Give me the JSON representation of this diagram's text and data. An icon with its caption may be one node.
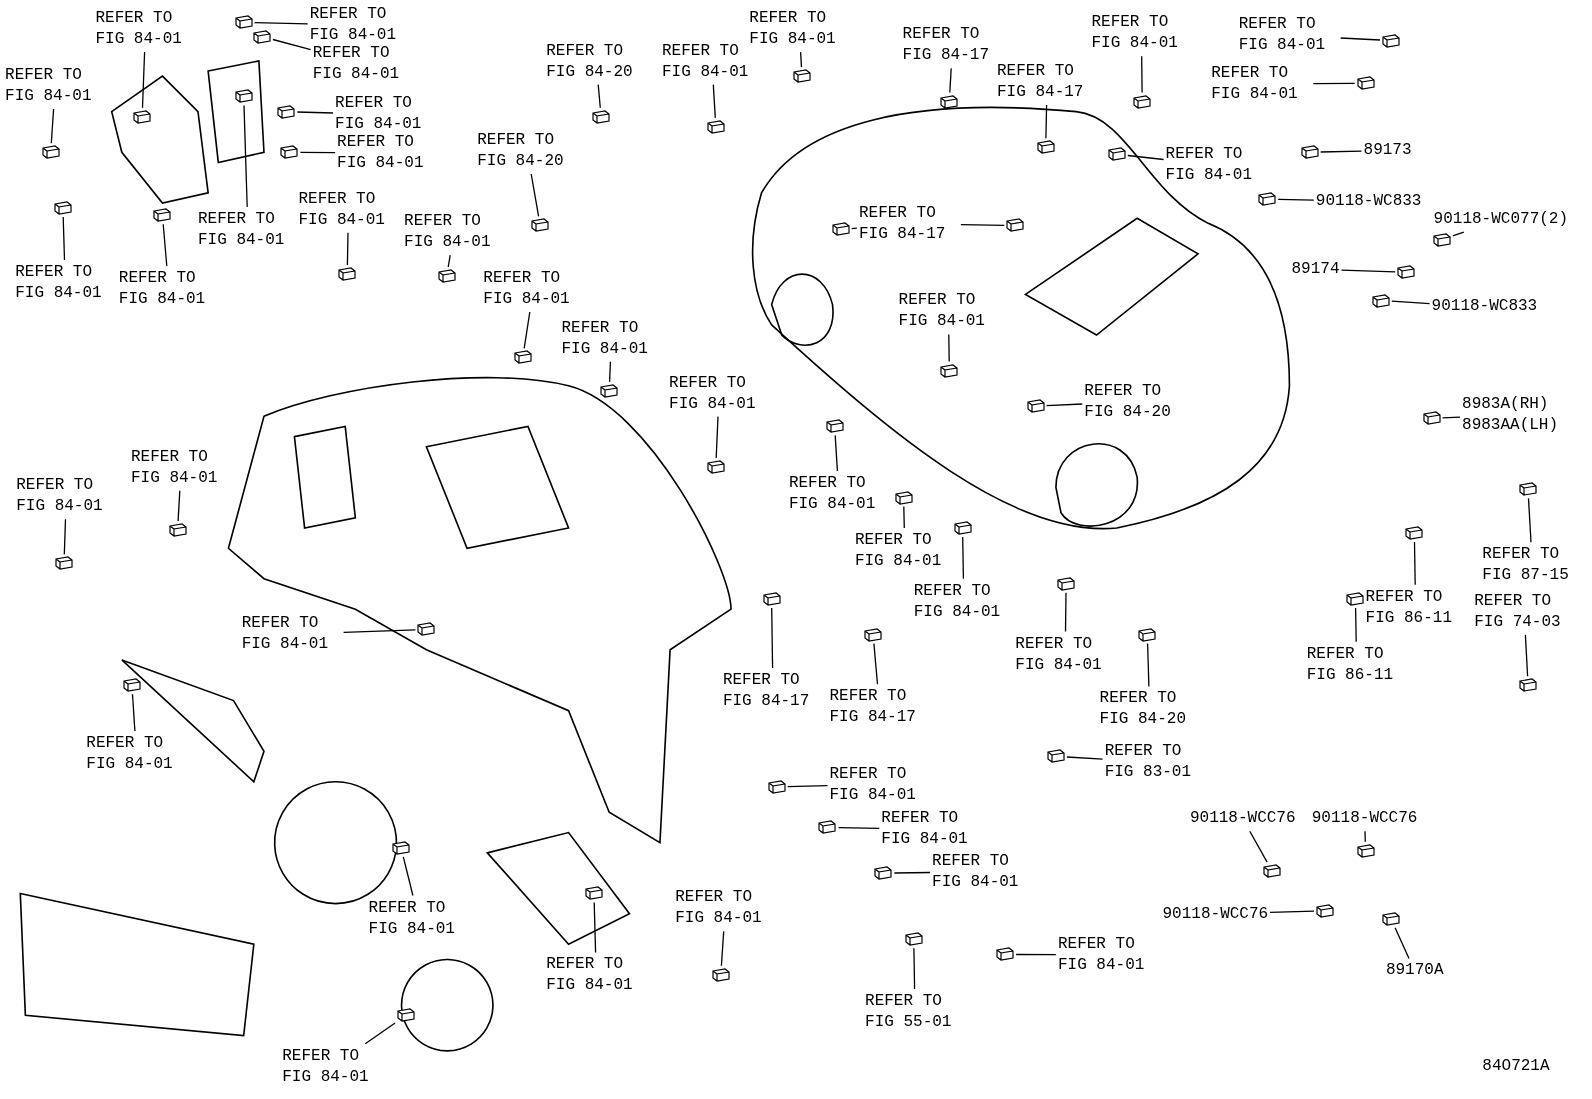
{
  "diagram": {
    "nodes": [
      {
        "text": [
          "REFER TO FIG 84-01"
        ]
      },
      {
        "text": [
          "REFER TO FIG 84-01"
        ]
      },
      {
        "text": [
          "REFER TO FIG 84-01"
        ]
      },
      {
        "text": [
          "REFER TO FIG 84-01"
        ]
      },
      {
        "text": [
          "REFER TO FIG 84-01"
        ]
      },
      {
        "text": [
          "REFER TO FIG 84-01"
        ]
      },
      {
        "text": [
          "REFER TO FIG 84-01"
        ]
      },
      {
        "text": [
          "REFER TO FIG 84-01"
        ]
      },
      {
        "text": [
          "REFER TO FIG 84-01"
        ]
      },
      {
        "text": [
          "REFER TO FIG 84-01"
        ]
      },
      {
        "text": [
          "REFER TO FIG 84-01"
        ]
      },
      {
        "text": [
          "REFER TO FIG 84-20"
        ]
      },
      {
        "text": [
          "REFER TO FIG 84-20"
        ]
      },
      {
        "text": [
          "REFER TO FIG 84-01"
        ]
      },
      {
        "text": [
          "REFER TO FIG 84-01"
        ]
      },
      {
        "text": [
          "REFER TO FIG 84-01"
        ]
      },
      {
        "text": [
          "REFER TO FIG 84-01"
        ]
      },
      {
        "text": [
          "REFER TO FIG 84-17"
        ]
      },
      {
        "text": [
          "REFER TO FIG 84-17"
        ]
      },
      {
        "text": [
          "REFER TO FIG 84-01"
        ]
      },
      {
        "text": [
          "REFER TO FIG 84-01"
        ]
      },
      {
        "text": [
          "REFER TO FIG 84-01"
        ]
      },
      {
        "text": [
          "REFER TO FIG 84-01"
        ]
      },
      {
        "text": [
          "89173"
        ]
      },
      {
        "text": [
          "90118-WC833"
        ]
      },
      {
        "text": [
          "90118-WC077(2)"
        ]
      },
      {
        "text": [
          "89174"
        ]
      },
      {
        "text": [
          "90118-WC833"
        ]
      },
      {
        "text": [
          "REFER TO FIG 84-17"
        ]
      },
      {
        "text": [
          "REFER TO FIG 84-01"
        ]
      },
      {
        "text": [
          "REFER TO FIG 84-20"
        ]
      },
      {
        "text": [
          "8983A(RH) 8983AA(LH)"
        ]
      },
      {
        "text": [
          "REFER TO FIG 87-15"
        ]
      },
      {
        "text": [
          "REFER TO FIG 74-03"
        ]
      },
      {
        "text": [
          "REFER TO FIG 86-11"
        ]
      },
      {
        "text": [
          "REFER TO FIG 86-11"
        ]
      },
      {
        "text": [
          "REFER TO FIG 84-01"
        ]
      },
      {
        "text": [
          "REFER TO FIG 84-01"
        ]
      },
      {
        "text": [
          "REFER TO FIG 84-01"
        ]
      },
      {
        "text": [
          "REFER TO FIG 84-01"
        ]
      },
      {
        "text": [
          "REFER TO FIG 84-01"
        ]
      },
      {
        "text": [
          "REFER TO FIG 84-20"
        ]
      },
      {
        "text": [
          "REFER TO FIG 83-01"
        ]
      },
      {
        "text": [
          "REFER TO FIG 84-01"
        ]
      },
      {
        "text": [
          "REFER TO FIG 84-01"
        ]
      },
      {
        "text": [
          "REFER TO FIG 84-01"
        ]
      },
      {
        "text": [
          "REFER TO FIG 84-17"
        ]
      },
      {
        "text": [
          "REFER TO FIG 84-17"
        ]
      },
      {
        "text": [
          "REFER TO FIG 84-01"
        ]
      },
      {
        "text": [
          "REFER TO FIG 84-01"
        ]
      },
      {
        "text": [
          "REFER TO FIG 84-01"
        ]
      },
      {
        "text": [
          "REFER TO FIG 84-01"
        ]
      },
      {
        "text": [
          "REFER TO FIG 84-01"
        ]
      },
      {
        "text": [
          "REFER TO FIG 84-01"
        ]
      },
      {
        "text": [
          "REFER TO FIG 84-01"
        ]
      },
      {
        "text": [
          "REFER TO FIG 55-01"
        ]
      },
      {
        "text": [
          "REFER TO FIG 84-01"
        ]
      },
      {
        "text": [
          "REFER TO FIG 84-01"
        ]
      },
      {
        "text": [
          "90118-WCC76"
        ]
      },
      {
        "text": [
          "90118-WCC76"
        ]
      },
      {
        "text": [
          "90118-WCC76"
        ]
      },
      {
        "text": [
          "89170A"
        ]
      },
      {
        "text": [],
        "shape": "picture"
      },
      {
        "text": [],
        "shape": "picture"
      },
      {
        "text": [],
        "shape": "picture"
      },
      {
        "text": [],
        "shape": "picture"
      },
      {
        "text": [],
        "shape": "picture"
      },
      {
        "text": [],
        "shape": "picture"
      },
      {
        "text": [],
        "shape": "picture"
      },
      {
        "text": [],
        "shape": "picture"
      },
      {
        "text": [],
        "shape": "picture"
      },
      {
        "text": [],
        "shape": "picture"
      },
      {
        "text": [],
        "shape": "picture"
      },
      {
        "text": [],
        "shape": "picture"
      },
      {
        "text": [],
        "shape": "picture"
      },
      {
        "text": [],
        "shape": "picture"
      },
      {
        "text": [],
        "shape": "picture"
      },
      {
        "text": [],
        "shape": "picture"
      },
      {
        "text": [],
        "shape": "picture"
      },
      {
        "text": [],
        "shape": "picture"
      },
      {
        "text": [],
        "shape": "picture"
      },
      {
        "text": [],
        "shape": "picture"
      },
      {
        "text": [],
        "shape": "picture"
      },
      {
        "text": [],
        "shape": "picture"
      },
      {
        "text": [],
        "shape": "picture"
      },
      {
        "text": [],
        "shape": "picture"
      },
      {
        "text": [],
        "shape": "picture"
      },
      {
        "text": [],
        "shape": "picture"
      },
      {
        "text": [],
        "shape": "picture"
      },
      {
        "text": [],
        "shape": "picture"
      },
      {
        "text": [],
        "shape": "picture"
      },
      {
        "text": [],
        "shape": "picture"
      },
      {
        "text": [],
        "shape": "picture"
      },
      {
        "text": [],
        "shape": "picture"
      },
      {
        "text": [],
        "shape": "picture"
      },
      {
        "text": [],
        "shape": "picture"
      },
      {
        "text": [],
        "shape": "picture"
      },
      {
        "text": [],
        "shape": "picture"
      },
      {
        "text": [],
        "shape": "picture"
      },
      {
        "text": [],
        "shape": "picture"
      },
      {
        "text": [],
        "shape": "picture"
      },
      {
        "text": [],
        "shape": "picture"
      },
      {
        "text": [],
        "shape": "picture"
      },
      {
        "text": [],
        "shape": "picture"
      },
      {
        "text": [],
        "shape": "picture"
      },
      {
        "text": [],
        "shape": "picture"
      },
      {
        "text": [],
        "shape": "picture"
      },
      {
        "text": [],
        "shape": "picture"
      },
      {
        "text": [],
        "shape": "picture"
      },
      {
        "text": [],
        "shape": "picture"
      },
      {
        "text": [],
        "shape": "picture"
      },
      {
        "text": [],
        "shape": "picture"
      },
      {
        "text": [],
        "shape": "picture"
      },
      {
        "text": [],
        "shape": "picture"
      },
      {
        "text": [],
        "shape": "picture"
      },
      {
        "text": [],
        "shape": "picture"
      },
      {
        "text": [],
        "shape": "picture"
      },
      {
        "text": [],
        "shape": "picture"
      },
      {
        "text": [],
        "shape": "picture"
      },
      {
        "text": [],
        "shape": "picture"
      },
      {
        "text": [],
        "shape": "picture"
      },
      {
        "text": [],
        "shape": "picture"
      },
      {
        "text": [],
        "shape": "picture"
      },
      {
        "text": [],
        "shape": "picture"
      },
      {
        "text": [],
        "shape": "picture"
      }
    ],
    "edges": [
      {
        "from": 0,
        "to": 62,
        "arrow": "none"
      },
      {
        "from": 1,
        "to": 63,
        "arrow": "none"
      },
      {
        "from": 2,
        "to": 64,
        "arrow": "none"
      },
      {
        "from": 3,
        "to": 65,
        "arrow": "none"
      },
      {
        "from": 4,
        "to": 66,
        "arrow": "none"
      },
      {
        "from": 5,
        "to": 67,
        "arrow": "none"
      },
      {
        "from": 6,
        "to": 68,
        "arrow": "none"
      },
      {
        "from": 7,
        "to": 69,
        "arrow": "none"
      },
      {
        "from": 8,
        "to": 70,
        "arrow": "none"
      },
      {
        "from": 9,
        "to": 71,
        "arrow": "none"
      },
      {
        "from": 10,
        "to": 72,
        "arrow": "none"
      },
      {
        "from": 11,
        "to": 73,
        "arrow": "none"
      },
      {
        "from": 12,
        "to": 74,
        "arrow": "none"
      },
      {
        "from": 13,
        "to": 75,
        "arrow": "none"
      },
      {
        "from": 14,
        "to": 76,
        "arrow": "none"
      },
      {
        "from": 15,
        "to": 77,
        "arrow": "none"
      },
      {
        "from": 16,
        "to": 78,
        "arrow": "none"
      },
      {
        "from": 17,
        "to": 79,
        "arrow": "none"
      },
      {
        "from": 18,
        "to": 80,
        "arrow": "none"
      },
      {
        "from": 19,
        "to": 81,
        "arrow": "none"
      },
      {
        "from": 20,
        "to": 82,
        "arrow": "none"
      },
      {
        "from": 21,
        "to": 83,
        "arrow": "none"
      },
      {
        "from": 22,
        "to": 84,
        "arrow": "none"
      },
      {
        "from": 23,
        "to": 85,
        "arrow": "none"
      },
      {
        "from": 24,
        "to": 86,
        "arrow": "none"
      },
      {
        "from": 25,
        "to": 87,
        "arrow": "none"
      },
      {
        "from": 26,
        "to": 88,
        "arrow": "none"
      },
      {
        "from": 27,
        "to": 89,
        "arrow": "none"
      },
      {
        "from": 28,
        "to": 90,
        "arrow": "none"
      },
      {
        "from": 28,
        "to": 91,
        "arrow": "none"
      },
      {
        "from": 29,
        "to": 92,
        "arrow": "none"
      },
      {
        "from": 30,
        "to": 93,
        "arrow": "none"
      },
      {
        "from": 31,
        "to": 94,
        "arrow": "none"
      },
      {
        "from": 32,
        "to": 95,
        "arrow": "none"
      },
      {
        "from": 33,
        "to": 96,
        "arrow": "none"
      },
      {
        "from": 34,
        "to": 97,
        "arrow": "none"
      },
      {
        "from": 35,
        "to": 98,
        "arrow": "none"
      },
      {
        "from": 36,
        "to": 99,
        "arrow": "none"
      },
      {
        "from": 37,
        "to": 100,
        "arrow": "none"
      },
      {
        "from": 38,
        "to": 101,
        "arrow": "none"
      },
      {
        "from": 39,
        "to": 102,
        "arrow": "none"
      },
      {
        "from": 40,
        "to": 103,
        "arrow": "none"
      },
      {
        "from": 41,
        "to": 104,
        "arrow": "none"
      },
      {
        "from": 42,
        "to": 105,
        "arrow": "none"
      },
      {
        "from": 43,
        "to": 106,
        "arrow": "none"
      },
      {
        "from": 44,
        "to": 107,
        "arrow": "none"
      },
      {
        "from": 45,
        "to": 108,
        "arrow": "none"
      },
      {
        "from": 46,
        "to": 109,
        "arrow": "none"
      },
      {
        "from": 47,
        "to": 110,
        "arrow": "none"
      },
      {
        "from": 48,
        "to": 111,
        "arrow": "none"
      },
      {
        "from": 49,
        "to": 112,
        "arrow": "none"
      },
      {
        "from": 50,
        "to": 113,
        "arrow": "none"
      },
      {
        "from": 51,
        "to": 114,
        "arrow": "none"
      },
      {
        "from": 52,
        "to": 115,
        "arrow": "none"
      },
      {
        "from": 53,
        "to": 116,
        "arrow": "none"
      },
      {
        "from": 54,
        "to": 117,
        "arrow": "none"
      },
      {
        "from": 55,
        "to": 118,
        "arrow": "none"
      },
      {
        "from": 56,
        "to": 119,
        "arrow": "none"
      },
      {
        "from": 57,
        "to": 120,
        "arrow": "none"
      },
      {
        "from": 58,
        "to": 121,
        "arrow": "none"
      },
      {
        "from": 59,
        "to": 122,
        "arrow": "none"
      },
      {
        "from": 60,
        "to": 123,
        "arrow": "none"
      },
      {
        "from": 61,
        "to": 124,
        "arrow": "none"
      }
    ],
    "labels": [
      "84O721A"
    ]
  }
}
